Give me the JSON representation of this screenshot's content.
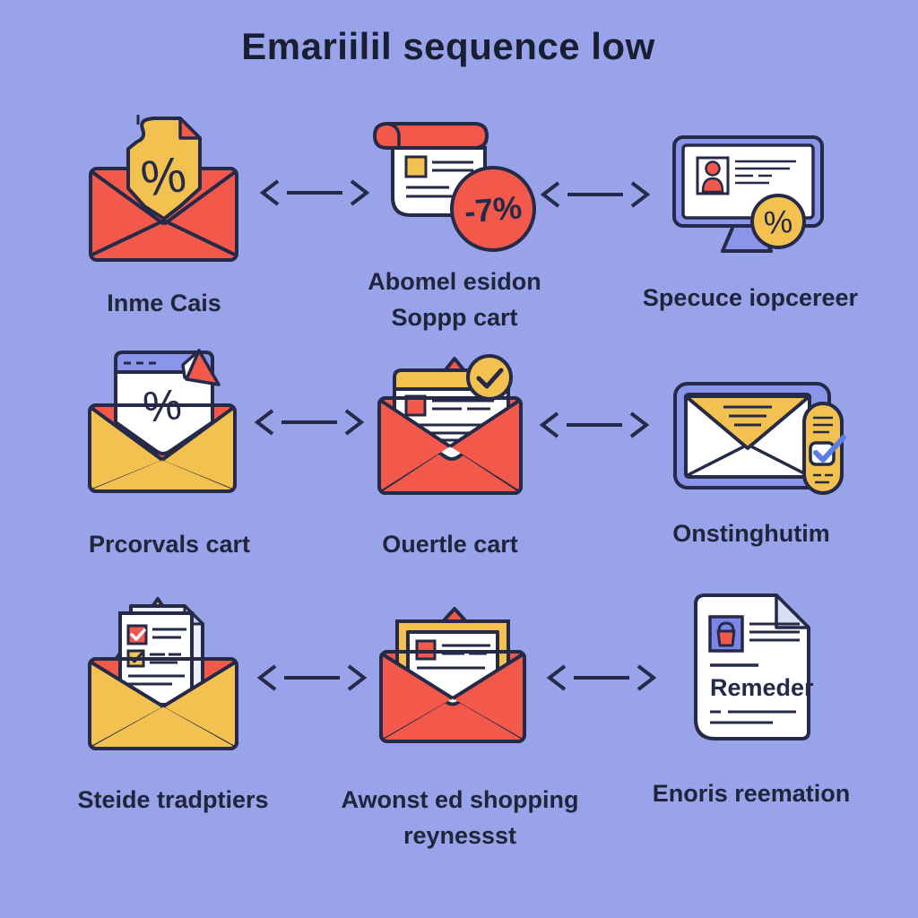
{
  "title": "Emariilil sequence low",
  "steps": [
    {
      "icon": "open-envelope-discount-coupon",
      "label_lines": [
        "Inme Cais"
      ]
    },
    {
      "icon": "receipt-scroll-discount",
      "label_lines": [
        "Abomel esidon",
        "Soppp cart"
      ],
      "badge": "-7%"
    },
    {
      "icon": "monitor-profile-percent",
      "label_lines": [
        "Specuce iopcereer"
      ]
    },
    {
      "icon": "envelope-browser-send",
      "label_lines": [
        "Prcorvals cart"
      ]
    },
    {
      "icon": "envelope-message-approved",
      "label_lines": [
        "Ouertle cart"
      ]
    },
    {
      "icon": "tablet-email-confirm",
      "label_lines": [
        "Onstinghutim"
      ]
    },
    {
      "icon": "envelope-checklist",
      "label_lines": [
        "Steide tradptiers"
      ]
    },
    {
      "icon": "envelope-receipt-card",
      "label_lines": [
        "Awonst ed shopping",
        "reynessst"
      ]
    },
    {
      "icon": "reminder-document",
      "label_lines": [
        "Enoris reemation"
      ],
      "document_title": "Remeder"
    }
  ],
  "glyphs": {
    "percent": "%",
    "discount_badge": "-7%"
  },
  "colors": {
    "background": "#99a3e9",
    "coral": "#f2594b",
    "yellow": "#f2c14f",
    "periwinkle": "#8a94e8",
    "outline": "#242a47",
    "text": "#20253b",
    "check_blue": "#5b7ee6"
  }
}
